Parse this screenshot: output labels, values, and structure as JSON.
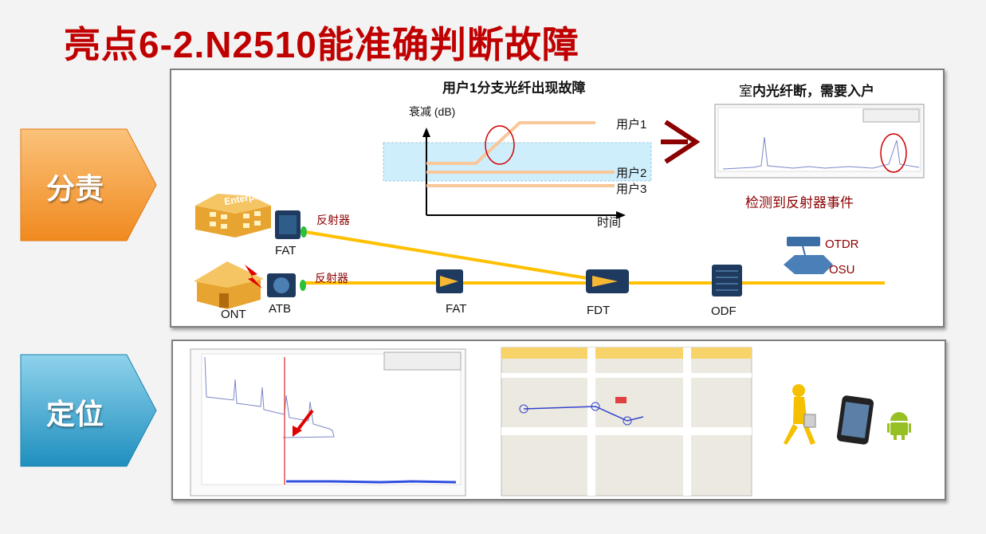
{
  "title": "亮点6-2.N2510能准确判断故障",
  "tags": {
    "blame": "分责",
    "locate": "定位"
  },
  "chart": {
    "title": "用户1分支光纤出现故障",
    "ylabel": "衰减 (dB)",
    "xlabel": "时间",
    "series": [
      "用户1",
      "用户2",
      "用户3"
    ]
  },
  "indoor": {
    "title_a": "室",
    "title_b": "内光纤断，需要入户",
    "caption": "检测到反射器事件"
  },
  "network": {
    "enterprise": "Enterprise",
    "fat_top": "FAT",
    "reflector_top": "反射器",
    "reflector_bottom": "反射器",
    "ont": "ONT",
    "atb": "ATB",
    "fat_mid": "FAT",
    "fdt": "FDT",
    "odf": "ODF",
    "otdr": "OTDR",
    "osu": "OSU"
  },
  "colors": {
    "title": "#c00000",
    "fiber": "#ffc000",
    "tag_orange": "#f7a040",
    "tag_blue": "#3aa6d0"
  }
}
